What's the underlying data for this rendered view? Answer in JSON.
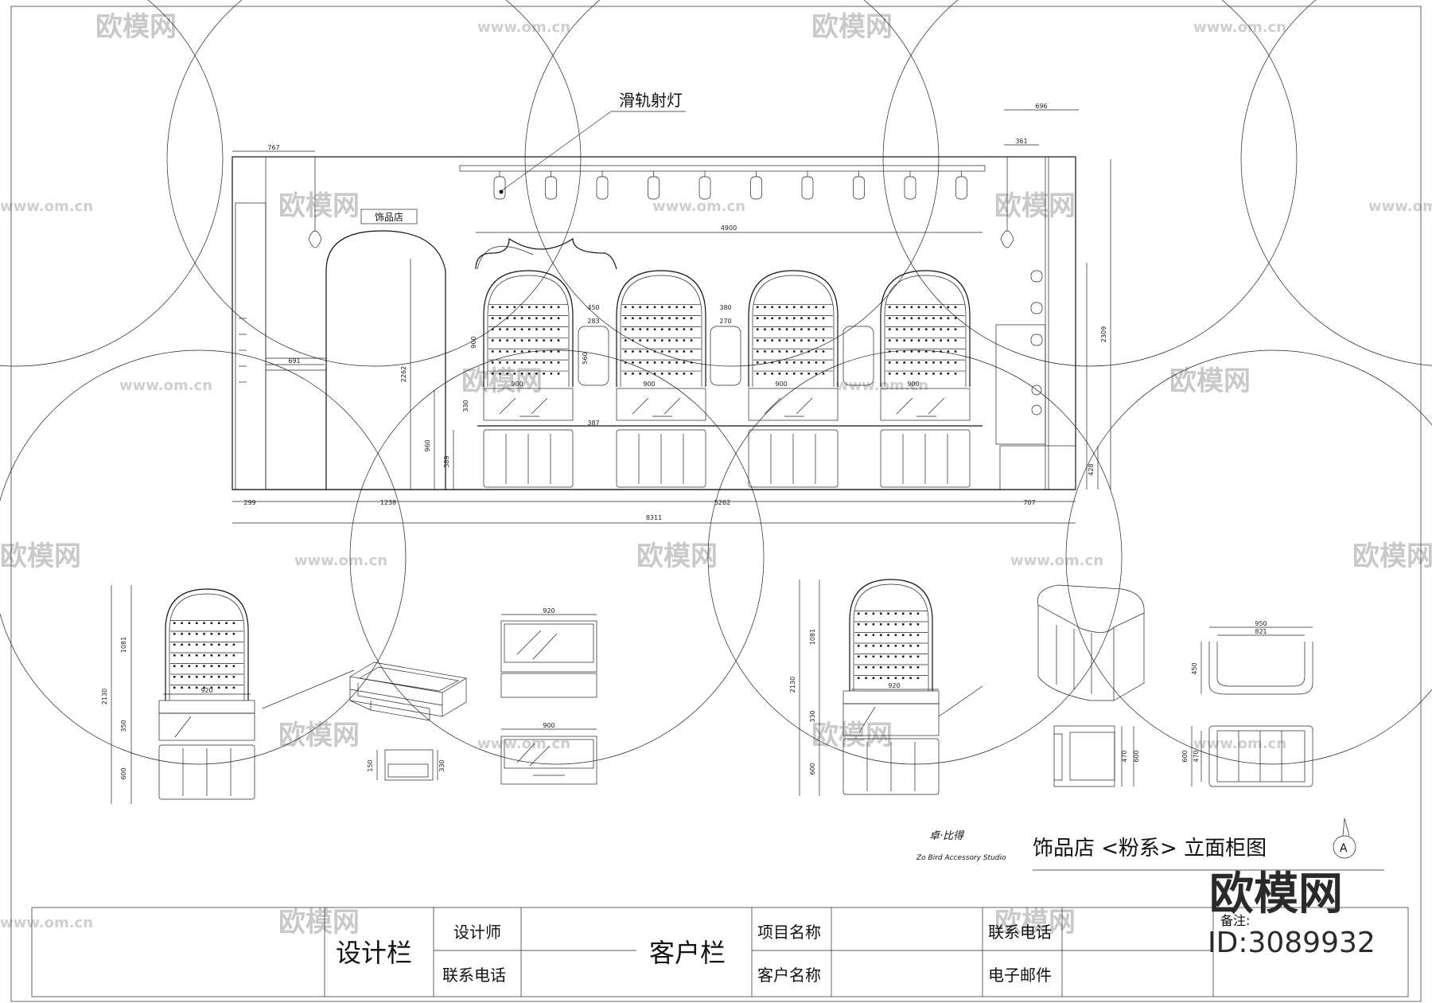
{
  "drawing": {
    "callout_label": "滑轨射灯",
    "sign_text": "饰品店",
    "title": "饰品店 <粉系>  立面柜图",
    "section_mark": "A",
    "logo_text": "卓·比得",
    "logo_subtext": "Zo Bird Accessory Studio",
    "elevation_dims": {
      "top_left": "767",
      "top_right_outer": "696",
      "top_right_inner": "361",
      "shelf_span": "4900",
      "left_recess": "691",
      "height_main": "2262",
      "height_right": "2309",
      "cabinet_h_left": "960",
      "cabinet_h2": "589",
      "base_right": "428",
      "mid_gap_1": "450",
      "mid_gap_2": "380",
      "mid_w_1": "283",
      "mid_w_2": "270",
      "mid_h": "560",
      "mid_base": "387",
      "arch_h": "900",
      "counter_h": "330",
      "counter_w_1": "900",
      "counter_w_2": "900",
      "counter_w_3": "900",
      "counter_w_4": "900",
      "bottom_1": "299",
      "bottom_2": "1238",
      "bottom_3": "5262",
      "bottom_4": "707",
      "overall": "8311"
    },
    "detail_dims": {
      "cab_total_h": "2130",
      "cab_top_h": "1081",
      "cab_mid_h": "350",
      "cab_base_h": "600",
      "cab_w": "920",
      "counter_top_w": "920",
      "counter_front_w": "900",
      "counter_side_h": "330",
      "counter_side_d": "150",
      "r_total_h": "2130",
      "r_top_h": "1081",
      "r_mid_h": "330",
      "r_base_h": "600",
      "r_w": "920",
      "r_plan_w1": "950",
      "r_plan_w2": "821",
      "r_plan_d": "450",
      "r_side_h": "600",
      "r_side_mid": "470",
      "r_front_h": "600",
      "r_front_mid": "470"
    }
  },
  "title_block": {
    "design_section": "设计栏",
    "designer_label": "设计师",
    "designer_phone_label": "联系电话",
    "client_section": "客户栏",
    "project_name_label": "项目名称",
    "client_name_label": "客户名称",
    "client_phone_label": "联系电话",
    "email_label": "电子邮件",
    "remarks_label": "备注:"
  },
  "watermark": {
    "brand": "欧模网",
    "url": "www.om.cn",
    "id_label": "ID:3089932"
  }
}
